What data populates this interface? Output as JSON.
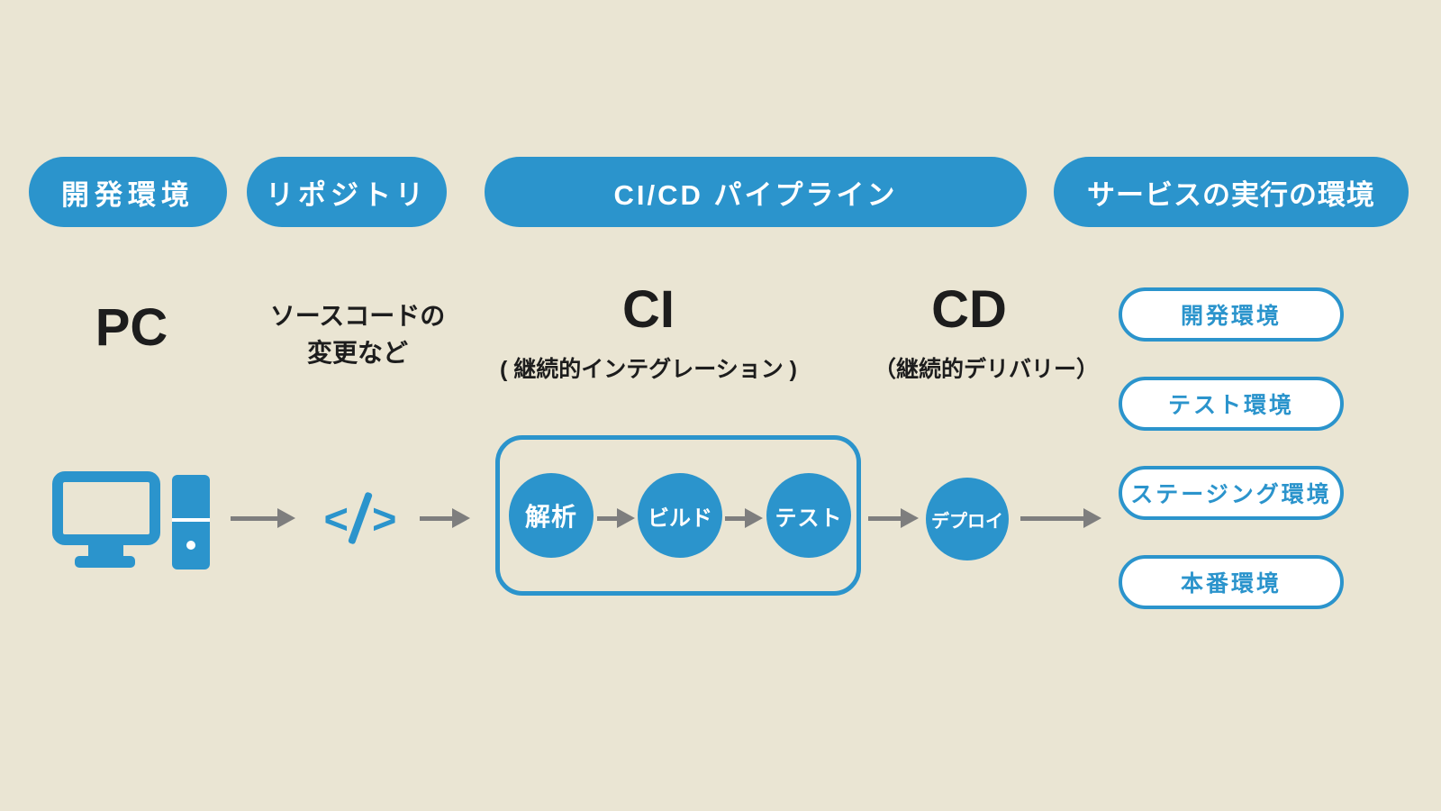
{
  "colors": {
    "background": "#eae5d3",
    "accent_blue": "#2b94cc",
    "arrow_gray": "#7e7e7e",
    "text_dark": "#1d1d1d",
    "white": "#ffffff"
  },
  "headers": {
    "dev": "開発環境",
    "repo": "リポジトリ",
    "pipeline": "CI/CD パイプライン",
    "service": "サービスの実行の環境"
  },
  "labels": {
    "pc": "PC",
    "source_change_line1": "ソースコードの",
    "source_change_line2": "変更など",
    "ci": "CI",
    "ci_sub": "( 継続的インテグレーション )",
    "cd": "CD",
    "cd_sub": "（継続的デリバリー）"
  },
  "pipeline": {
    "steps": [
      "解析",
      "ビルド",
      "テスト"
    ],
    "deploy_label": "デプロイ"
  },
  "environments": [
    "開発環境",
    "テスト環境",
    "ステージング環境",
    "本番環境"
  ],
  "icons": {
    "code_lt": "<",
    "code_gt": ">"
  }
}
